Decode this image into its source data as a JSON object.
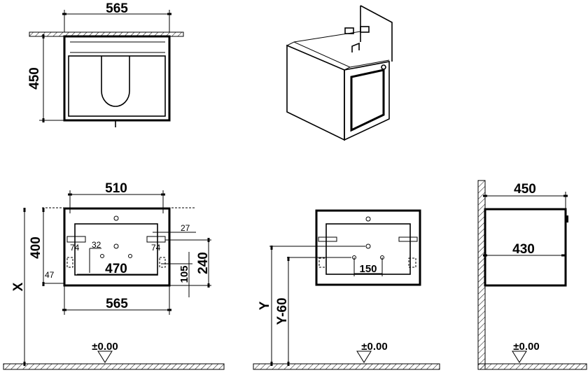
{
  "top_view": {
    "width_label": "565",
    "depth_label": "450"
  },
  "front_view": {
    "top_width_label": "510",
    "height_label": "400",
    "floor_height_label": "X",
    "side_offset_label": "47",
    "inner_width_label": "470",
    "bottom_width_label": "565",
    "right_offset_label": "27",
    "bracket_left_label": "74",
    "bracket_right_label": "74",
    "spacing_label": "32",
    "height_240_label": "240",
    "height_105_label": "105",
    "floor_level_label": "±0.00"
  },
  "middle_view": {
    "y_label": "Y",
    "y60_label": "Y-60",
    "hole_spacing_label": "150",
    "floor_level_label": "±0.00"
  },
  "side_view": {
    "depth_label": "450",
    "inner_depth_label": "430",
    "floor_level_label": "±0.00"
  }
}
